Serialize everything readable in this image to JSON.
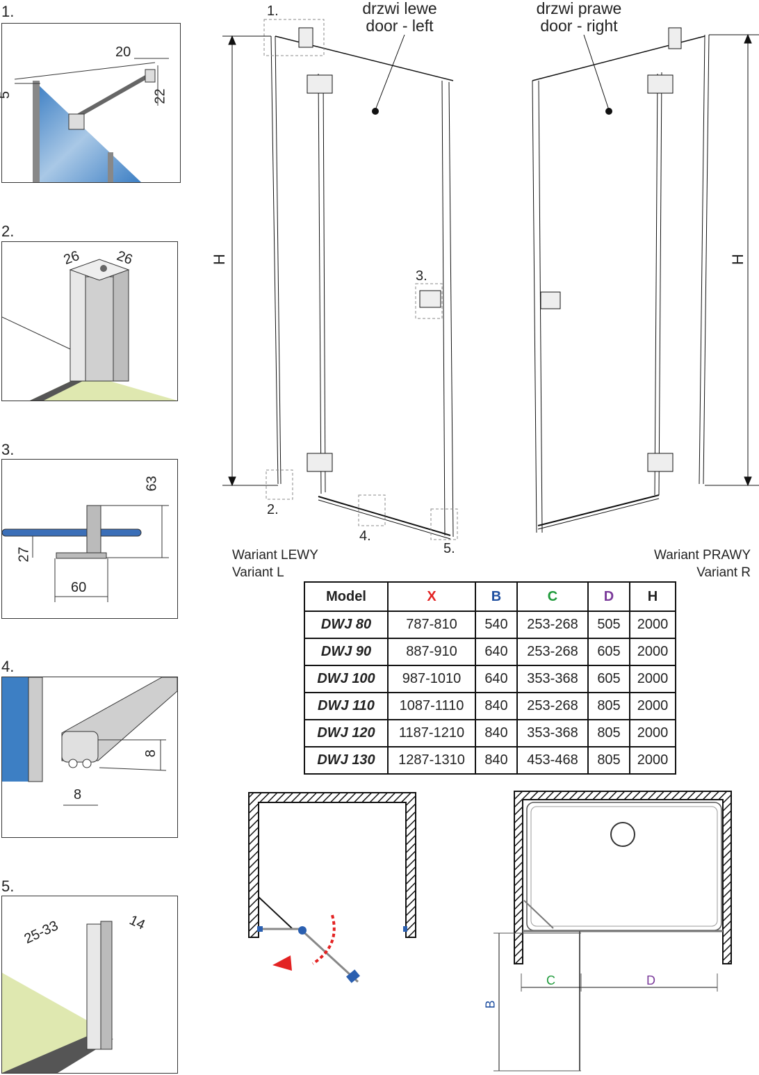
{
  "details": [
    {
      "num": "1.",
      "dims": [
        "20",
        "5",
        "22"
      ]
    },
    {
      "num": "2.",
      "dims": [
        "26",
        "26"
      ]
    },
    {
      "num": "3.",
      "dims": [
        "63",
        "27",
        "60"
      ]
    },
    {
      "num": "4.",
      "dims": [
        "8",
        "8"
      ]
    },
    {
      "num": "5.",
      "dims": [
        "25-33",
        "14"
      ]
    }
  ],
  "door_left": {
    "label_pl": "drzwi lewe",
    "label_en": "door - left",
    "variant_pl": "Wariant LEWY",
    "variant_en": "Variant L"
  },
  "door_right": {
    "label_pl": "drzwi prawe",
    "label_en": "door - right",
    "variant_pl": "Wariant PRAWY",
    "variant_en": "Variant R"
  },
  "height_label": "H",
  "callouts": [
    "1.",
    "2.",
    "3.",
    "4.",
    "5."
  ],
  "table": {
    "headers": [
      "Model",
      "X",
      "B",
      "C",
      "D",
      "H"
    ],
    "header_colors": {
      "X": "#e32222",
      "B": "#1f4fa0",
      "C": "#1e9a3a",
      "D": "#7a3a9a",
      "H": "#111111"
    },
    "rows": [
      [
        "DWJ 80",
        "787-810",
        "540",
        "253-268",
        "505",
        "2000"
      ],
      [
        "DWJ 90",
        "887-910",
        "640",
        "253-268",
        "605",
        "2000"
      ],
      [
        "DWJ 100",
        "987-1010",
        "640",
        "353-368",
        "605",
        "2000"
      ],
      [
        "DWJ 110",
        "1087-1110",
        "840",
        "253-268",
        "805",
        "2000"
      ],
      [
        "DWJ 120",
        "1187-1210",
        "840",
        "353-368",
        "805",
        "2000"
      ],
      [
        "DWJ 130",
        "1287-1310",
        "840",
        "453-468",
        "805",
        "2000"
      ]
    ]
  },
  "plan": {
    "b": "B",
    "c": "C",
    "d": "D"
  }
}
